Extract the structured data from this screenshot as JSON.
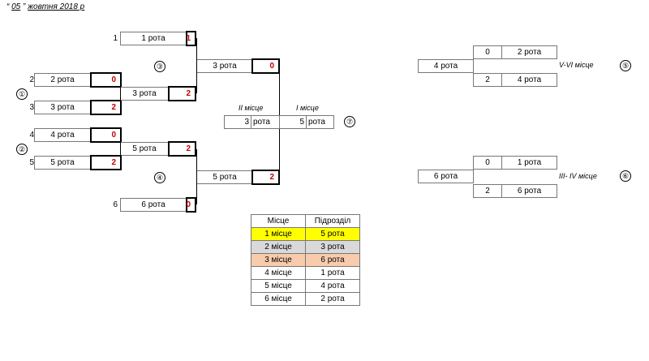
{
  "date": {
    "quote_open": "“",
    "day": "05",
    "quote_close": "”",
    "rest": "жовтня 2018 р"
  },
  "bracket": {
    "seeds": [
      "1",
      "2",
      "3",
      "4",
      "5",
      "6"
    ],
    "first_round": [
      {
        "seed_label": "1",
        "team": "1 рота",
        "score": "1"
      },
      {
        "seed_label": "2",
        "team": "2 рота",
        "score": "0"
      },
      {
        "seed_label": "3",
        "team": "3 рота",
        "score": "2"
      },
      {
        "seed_label": "4",
        "team": "4 рота",
        "score": "0"
      },
      {
        "seed_label": "5",
        "team": "5 рота",
        "score": "2"
      },
      {
        "seed_label": "6",
        "team": "6 рота",
        "score": "0"
      }
    ],
    "qf_winner_1": {
      "team": "3 рота",
      "score": "2"
    },
    "qf_winner_2": {
      "team": "5 рота",
      "score": "2"
    },
    "semi_top": {
      "team": "3 рота",
      "score": "0"
    },
    "semi_bottom": {
      "team": "5 рота",
      "score": "2"
    },
    "final": {
      "second_label": "II місце",
      "first_label": "І місце",
      "left_num": "3",
      "left_team": "рота",
      "right_num": "5",
      "right_team": "рота"
    },
    "circles": [
      "①",
      "②",
      "③",
      "④",
      "⑤",
      "⑥",
      "⑦"
    ]
  },
  "match_56": {
    "label": "V-VI місце",
    "top": {
      "score": "0",
      "team": "2 рота"
    },
    "winner": "4 рота",
    "bottom": {
      "score": "2",
      "team": "4 рота"
    }
  },
  "match_34": {
    "label": "III- IV місце",
    "top": {
      "score": "0",
      "team": "1 рота"
    },
    "winner": "6 рота",
    "bottom": {
      "score": "2",
      "team": "6 рота"
    }
  },
  "results": {
    "headers": [
      "Місце",
      "Підрозділ"
    ],
    "rows": [
      {
        "place": "1 місце",
        "unit": "5 рота"
      },
      {
        "place": "2 місце",
        "unit": "3 рота"
      },
      {
        "place": "3 місце",
        "unit": "6 рота"
      },
      {
        "place": "4 місце",
        "unit": "1 рота"
      },
      {
        "place": "5 місце",
        "unit": "4 рота"
      },
      {
        "place": "6 місце",
        "unit": "2 рота"
      }
    ],
    "row_colors": [
      "#ffff00",
      "#d9d9d9",
      "#f8cbad"
    ]
  }
}
